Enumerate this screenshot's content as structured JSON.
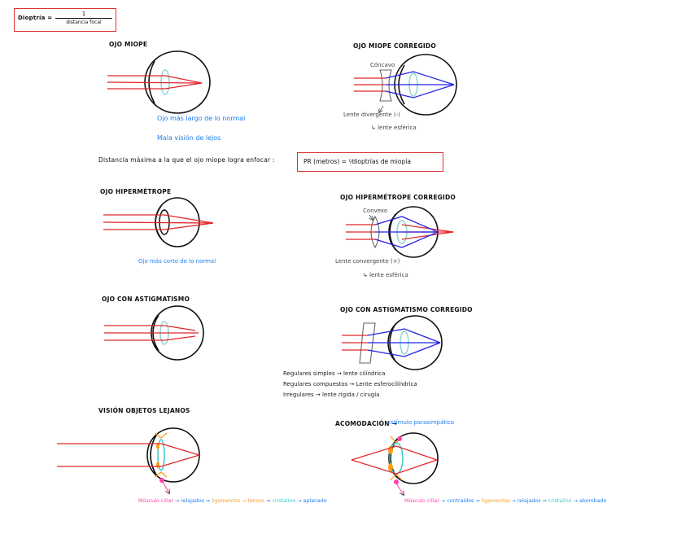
{
  "formula_box": {
    "lhs": "Dioptría =",
    "numerator": "1",
    "denominator": "distancia focal"
  },
  "headings": {
    "ojo_miope": "OJO MIOPE",
    "ojo_miope_corregido": "OJO MIOPE CORREGIDO",
    "ojo_hipermetrope": "OJO HIPERMÉTROPE",
    "ojo_hipermetrope_corregido": "OJO HIPERMÉTROPE CORREGIDO",
    "ojo_astigmatismo": "OJO CON ASTIGMATISMO",
    "ojo_astigmatismo_corregido": "OJO CON ASTIGMATISMO CORREGIDO",
    "vision_lejanos": "VISIÓN OBJETOS LEJANOS",
    "acomodacion": "ACOMODACIÓN →"
  },
  "miope": {
    "note1": "Ojo más largo de lo normal",
    "note2": "Mala visión de lejos",
    "lens_label": "Cóncavo",
    "lens_type": "Lente divergente (-)",
    "lens_sub": "↳ lente esférica"
  },
  "pr_line": {
    "text": "Distancia máxima a la que el ojo miope logra enfocar :",
    "formula": "PR (metros) = ¹⁄dioptrías de miopía"
  },
  "hipermetrope": {
    "note1": "Ojo más corto de lo normal",
    "lens_label": "Convexo",
    "lens_type": "Lente convergente (+)",
    "lens_sub": "↳ lente esférica"
  },
  "astigmatismo": {
    "line1": "Regulares simples → lente cilíndrica",
    "line2": "Regulares compuestos → Lente esferocilíndrica",
    "line3": "Irregulares → lente rígida / cirugía"
  },
  "acomodacion_tail": "estímulo parasimpático",
  "bottom_left": [
    {
      "text": "Músculo ciliar",
      "color": "#ff3fa8"
    },
    {
      "text": "→ relajados",
      "color": "#1e7ef0"
    },
    {
      "text": "⇒",
      "color": "#1e7ef0"
    },
    {
      "text": "ligamentos",
      "color": "#ff9a1a"
    },
    {
      "text": "→ tensos",
      "color": "#ff9a1a"
    },
    {
      "text": "⇒",
      "color": "#1e7ef0"
    },
    {
      "text": "cristalino",
      "color": "#3fc8c8"
    },
    {
      "text": "→ aplanado",
      "color": "#1e7ef0"
    }
  ],
  "bottom_right": [
    {
      "text": "Músculo ciliar",
      "color": "#ff3fa8"
    },
    {
      "text": "→ contraídos",
      "color": "#1e7ef0"
    },
    {
      "text": "⇒",
      "color": "#1e7ef0"
    },
    {
      "text": "ligamentos",
      "color": "#ff9a1a"
    },
    {
      "text": "→ relajados",
      "color": "#1e7ef0"
    },
    {
      "text": "⇒",
      "color": "#1e7ef0"
    },
    {
      "text": "cristalino",
      "color": "#3fc8c8"
    },
    {
      "text": "→ abombado",
      "color": "#1e7ef0"
    }
  ],
  "colors": {
    "ray": "#e0282a",
    "corrected_ray": "#2323e6",
    "lens": "#8fd5d8",
    "box": "#d33333"
  }
}
